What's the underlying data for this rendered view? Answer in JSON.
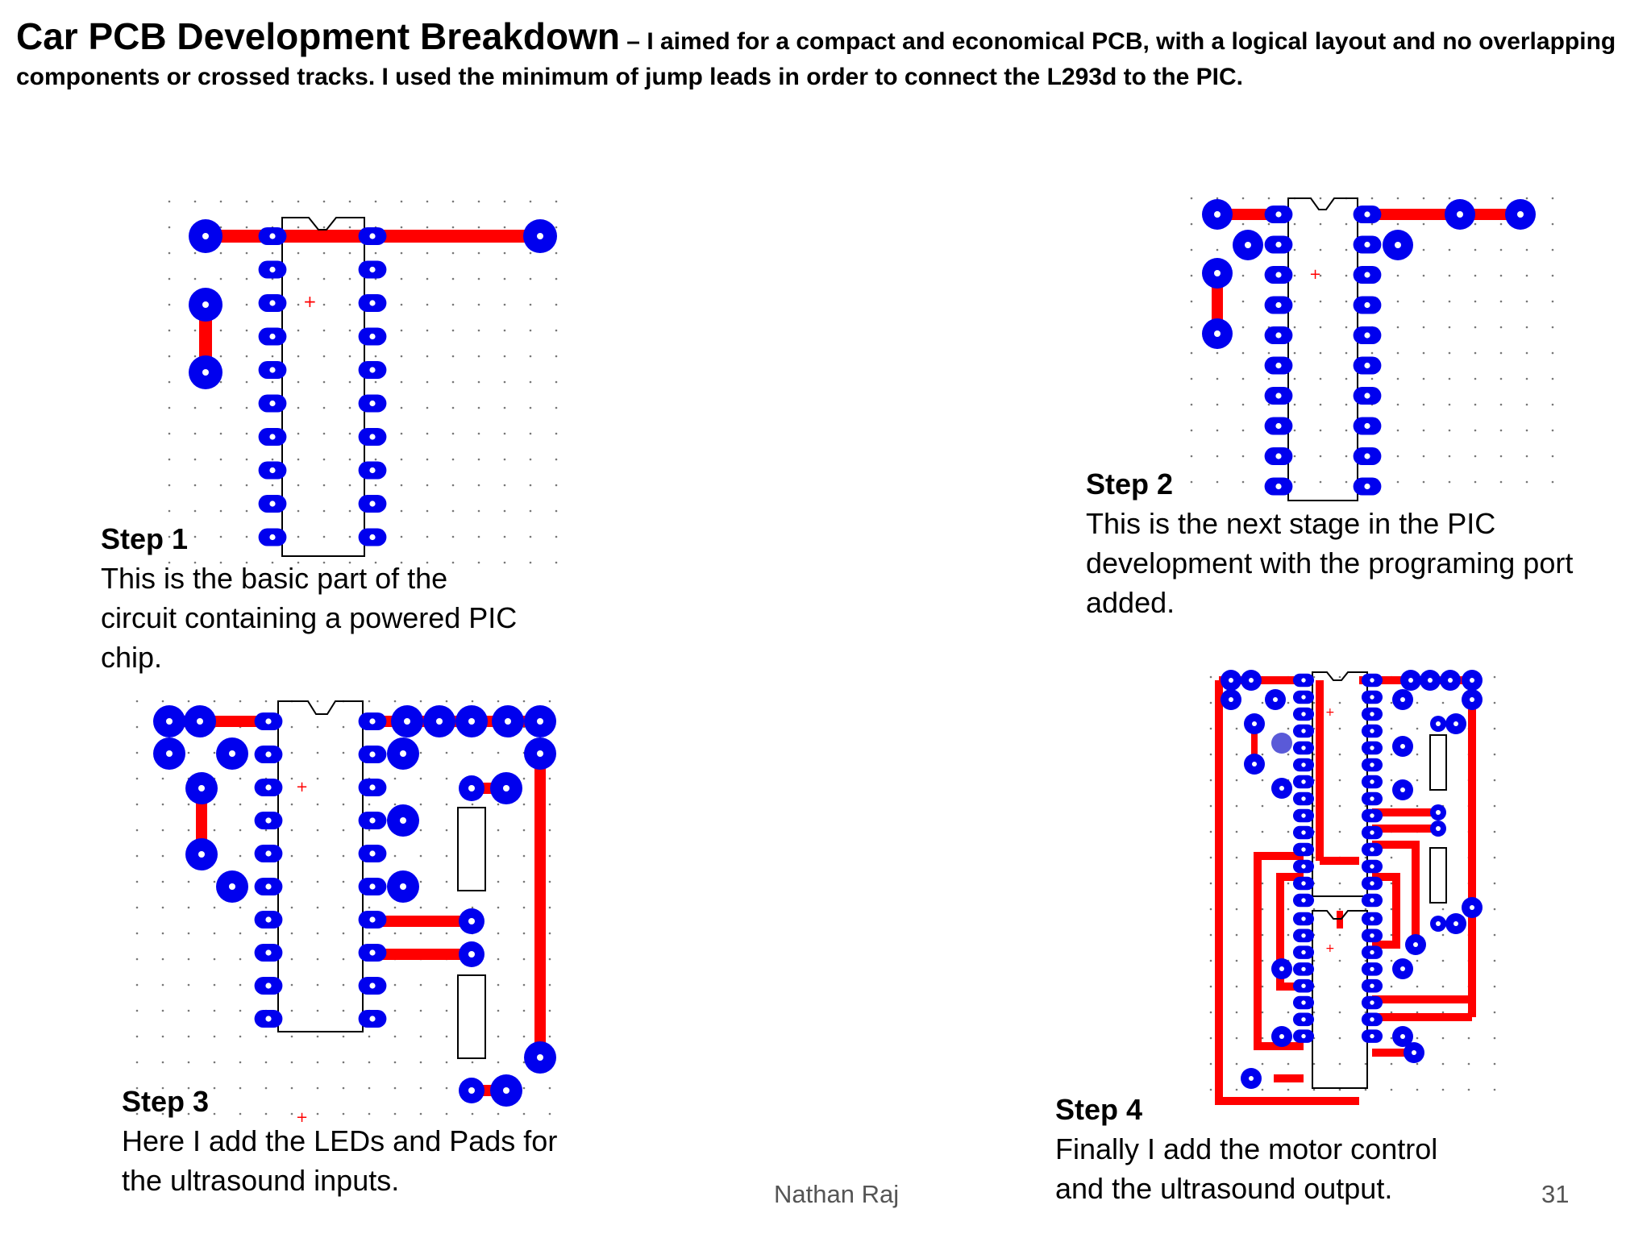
{
  "title": {
    "main": "Car PCB Development Breakdown",
    "rest": " – I aimed for a compact and economical PCB, with a logical layout and no overlapping components or crossed tracks. I used the minimum of jump leads in order to connect the L293d to the PIC."
  },
  "steps": [
    {
      "label": "Step 1",
      "text": "This is the basic part of the circuit containing a powered PIC chip."
    },
    {
      "label": "Step 2",
      "text": "This is the next stage in the PIC development with the programing port added."
    },
    {
      "label": "Step 3",
      "text": "Here I add the LEDs and Pads for the ultrasound inputs."
    },
    {
      "label": "Step 4",
      "text": "Finally I add the motor control and the ultrasound output."
    }
  ],
  "footer": {
    "author": "Nathan Raj",
    "page": "31"
  },
  "colors": {
    "track": "#ff0000",
    "pad": "#0000ee",
    "outline": "#000000",
    "grid_dot": "#777777",
    "text": "#000000"
  }
}
